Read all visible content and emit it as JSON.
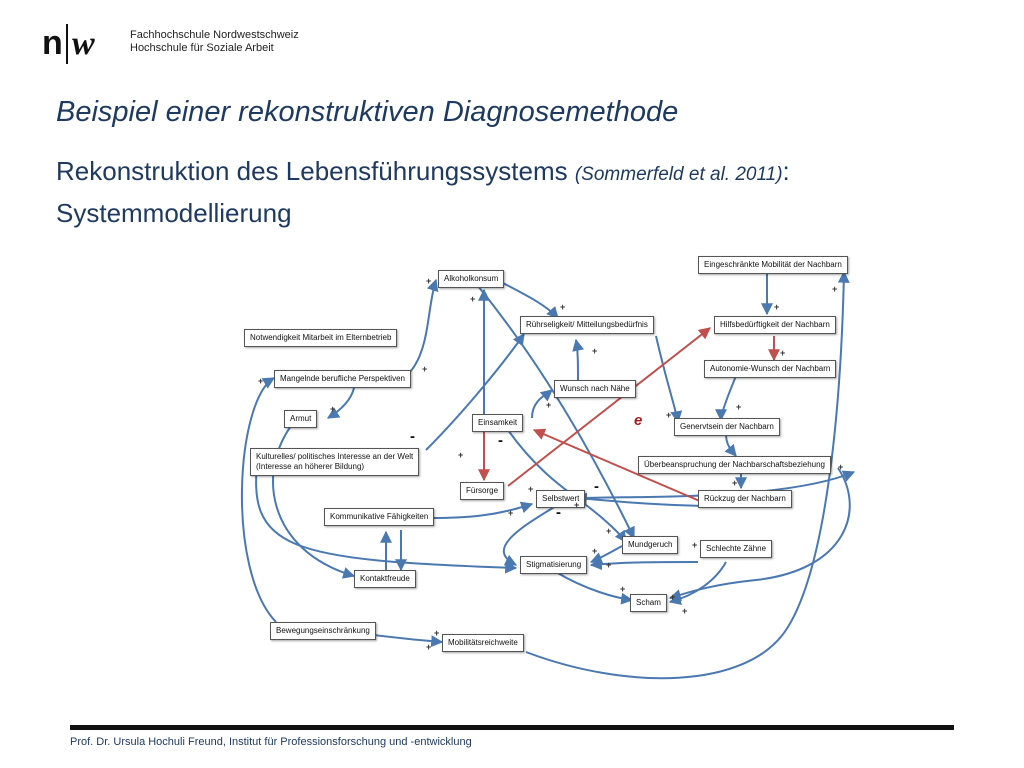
{
  "header": {
    "logo_letters": "nw",
    "logo_line1": "Fachhochschule Nordwestschweiz",
    "logo_line2": "Hochschule für Soziale Arbeit"
  },
  "slide": {
    "title": "Beispiel einer rekonstruktiven Diagnosemethode",
    "subtitle_part1": "Rekonstruktion des Lebensführungssystems",
    "subtitle_cite": "(Sommerfeld et al. 2011)",
    "subtitle_colon": ":",
    "subtitle_line2": "Systemmodellierung"
  },
  "diagram": {
    "nodes": {
      "alkoholkonsum": "Alkoholkonsum",
      "eingeschraenkte_mobilitaet": "Eingeschränkte Mobilität der Nachbarn",
      "notwendigkeit": "Notwendigkeit Mitarbeit im Elternbetrieb",
      "ruehrseligkeit": "Rührseligkeit/ Mitteilungsbedürfnis",
      "hilfsbeduerftigkeit": "Hilfsbedürftigkeit der Nachbarn",
      "perspektiven": "Mangelnde berufliche Perspektiven",
      "autonomie": "Autonomie-Wunsch der Nachbarn",
      "naehe": "Wunsch nach Nähe",
      "armut": "Armut",
      "einsamkeit": "Einsamkeit",
      "genervtsein": "Genervtsein der Nachbarn",
      "kulturelles_1": "Kulturelles/ politisches Interesse an der Welt",
      "kulturelles_2": "(Interesse an höherer Bildung)",
      "ueberbeanspruchung": "Überbeanspruchung der Nachbarschaftsbeziehung",
      "fuersorge": "Fürsorge",
      "selbstwert": "Selbstwert",
      "rueckzug": "Rückzug der Nachbarn",
      "kommunikative": "Kommunikative Fähigkeiten",
      "mundgeruch": "Mundgeruch",
      "schlechte_zaehne": "Schlechte Zähne",
      "stigmatisierung": "Stigmatisierung",
      "kontaktfreude": "Kontaktfreude",
      "scham": "Scham",
      "bewegung": "Bewegungseinschränkung",
      "mobilitaet": "Mobilitätsreichweite"
    },
    "plus": "+",
    "minus": "-",
    "mark_e": "e"
  },
  "footer": {
    "text": "Prof. Dr. Ursula Hochuli Freund, Institut für Professionsforschung und -entwicklung"
  },
  "colors": {
    "title": "#1f3a60",
    "arrow_blue": "#4a78b0",
    "arrow_red": "#c0504d"
  }
}
